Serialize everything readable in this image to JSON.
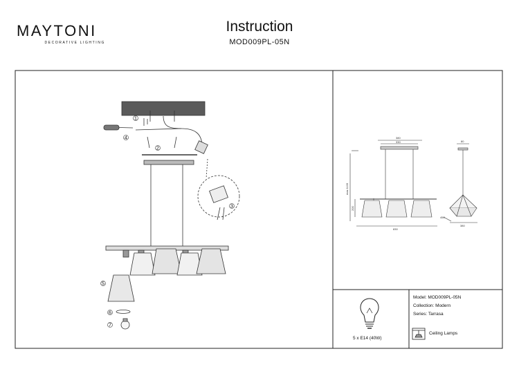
{
  "brand": {
    "name": "MAYTONI",
    "tagline": "DECORATIVE LIGHTING"
  },
  "header": {
    "title": "Instruction",
    "model_code": "MOD009PL-05N"
  },
  "steps": [
    "1",
    "2",
    "3",
    "4",
    "5",
    "6",
    "7"
  ],
  "dimensions": {
    "top_width": "380",
    "top_inner": "330",
    "total_width": "830",
    "total_height": "max 1133",
    "shade_height": "200",
    "side_top_width": "80",
    "side_width": "380",
    "side_depth": "450"
  },
  "bulb": {
    "spec": "5 x E14 (40W)"
  },
  "specs": {
    "model": "Model: MOD009PL-05N",
    "collection": "Collection: Modern",
    "series": "Series: Tarrasa",
    "type": "Ceiling Lamps"
  }
}
